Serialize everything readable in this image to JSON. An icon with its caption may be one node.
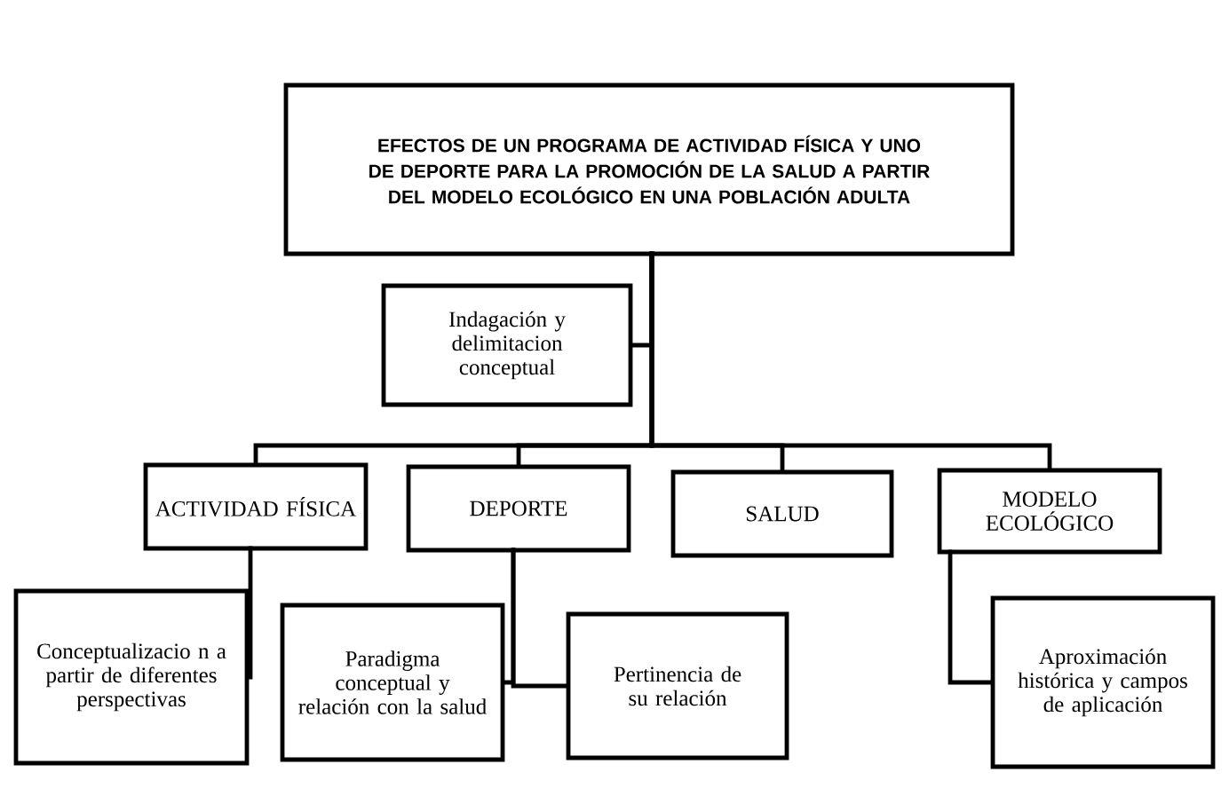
{
  "diagram": {
    "nodes": [
      {
        "text": [
          "EFECTOS DE UN PROGRAMA DE ACTIVIDAD FÍSICA Y UNO DE DEPORTE PARA LA PROMOCIÓN DE LA SALUD A PARTIR DEL MODELO ECOLÓGICO EN UNA POBLACIÓN ADULTA"
        ]
      },
      {
        "text": [
          "Indagación y delimitacion conceptual"
        ]
      },
      {
        "text": [
          "ACTIVIDAD FÍSICA"
        ]
      },
      {
        "text": [
          "DEPORTE"
        ]
      },
      {
        "text": [
          "SALUD"
        ]
      },
      {
        "text": [
          "MODELO ECOLÓGICO"
        ]
      },
      {
        "text": [
          "Conceptualizacio n a partir de diferentes perspectivas"
        ]
      },
      {
        "text": [
          "Paradigma conceptual y relación con la salud"
        ]
      },
      {
        "text": [
          "Pertinencia de su relación"
        ]
      },
      {
        "text": [
          "Aproximación histórica y campos de aplicación"
        ]
      }
    ],
    "edges": [
      {
        "from": 0,
        "to": 1,
        "arrow": "none"
      },
      {
        "from": 0,
        "to": 2,
        "arrow": "none"
      },
      {
        "from": 0,
        "to": 3,
        "arrow": "none"
      },
      {
        "from": 0,
        "to": 4,
        "arrow": "none"
      },
      {
        "from": 0,
        "to": 5,
        "arrow": "none"
      },
      {
        "from": 2,
        "to": 6,
        "arrow": "none"
      },
      {
        "from": 3,
        "to": 7,
        "arrow": "none"
      },
      {
        "from": 3,
        "to": 8,
        "arrow": "none"
      },
      {
        "from": 5,
        "to": 9,
        "arrow": "none"
      }
    ]
  }
}
